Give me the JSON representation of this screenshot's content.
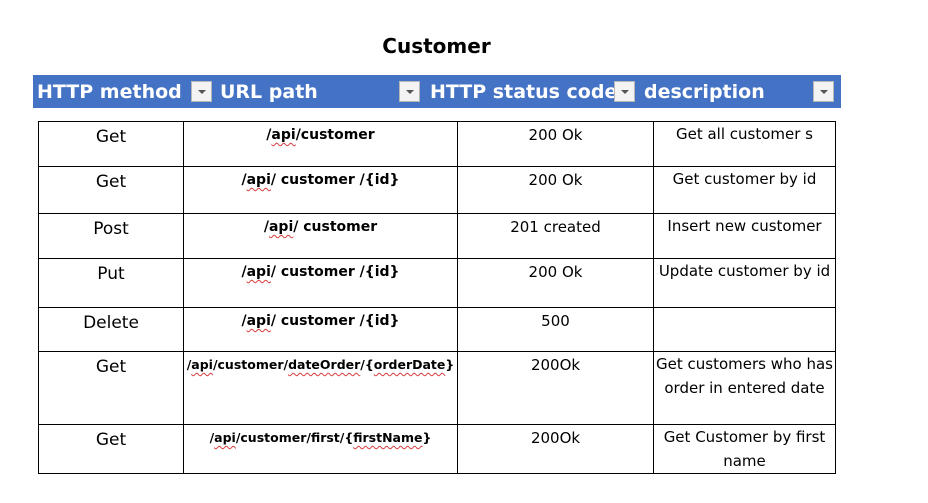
{
  "title": "Customer",
  "header": {
    "columns": [
      "HTTP method",
      "URL path",
      "HTTP status code",
      "description"
    ]
  },
  "rows": [
    {
      "method": "Get",
      "url": "/api/customer",
      "status": "200 Ok",
      "description": "Get all customer s"
    },
    {
      "method": "Get",
      "url": "/api/ customer /{id}",
      "status": "200 Ok",
      "description": "Get customer by id"
    },
    {
      "method": "Post",
      "url": "/api/ customer",
      "status": "201 created",
      "description": "Insert new customer"
    },
    {
      "method": "Put",
      "url": "/api/ customer /{id}",
      "status": "200 Ok",
      "description": "Update customer by id"
    },
    {
      "method": "Delete",
      "url": "/api/ customer /{id}",
      "status": "500",
      "description": ""
    },
    {
      "method": "Get",
      "url": "/api/customer/dateOrder/{orderDate}",
      "status": "200Ok",
      "description": "Get customers who has order in entered date"
    },
    {
      "method": "Get",
      "url": "/api/customer/first/{firstName}",
      "status": "200Ok",
      "description": "Get Customer by first name"
    }
  ],
  "colors": {
    "header_bg": "#4472c4",
    "header_text": "#ffffff",
    "spellcheck": "#d83b3b"
  },
  "icons": {
    "filter": "chevron-down-icon"
  }
}
